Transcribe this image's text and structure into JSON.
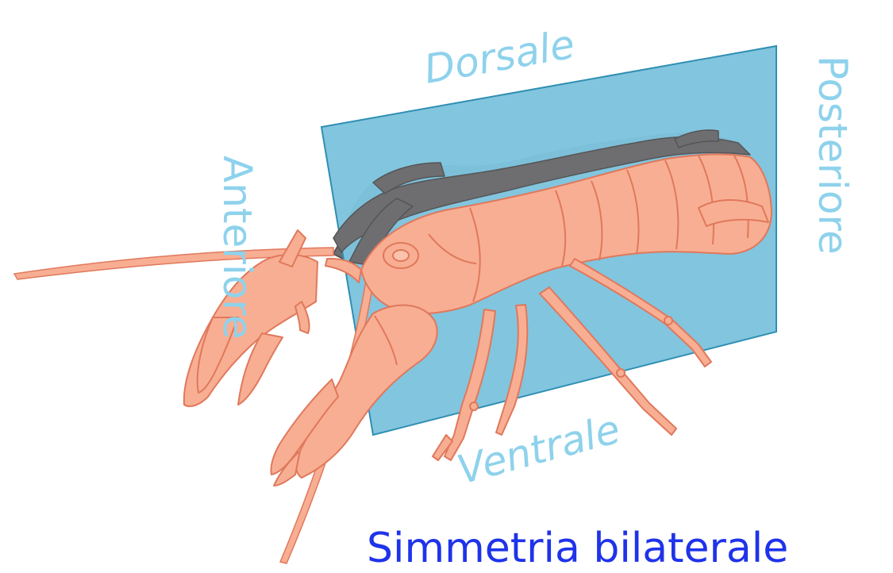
{
  "labels": {
    "dorsal": "Dorsale",
    "posterior": "Posteriore",
    "anterior": "Anteriore",
    "ventral": "Ventrale",
    "caption": "Simmetria bilaterale"
  },
  "colors": {
    "plane": "#7ec3dd",
    "plane_edge": "#2f8fb3",
    "body": "#f8ae92",
    "body_outline": "#e0785c",
    "shadow": "#6e6e70",
    "shadow_outline": "#555557",
    "label": "#8ed2ec",
    "caption": "#1f33ea"
  },
  "icons": {
    "animal": "crayfish-illustration",
    "plane": "sagittal-plane"
  }
}
